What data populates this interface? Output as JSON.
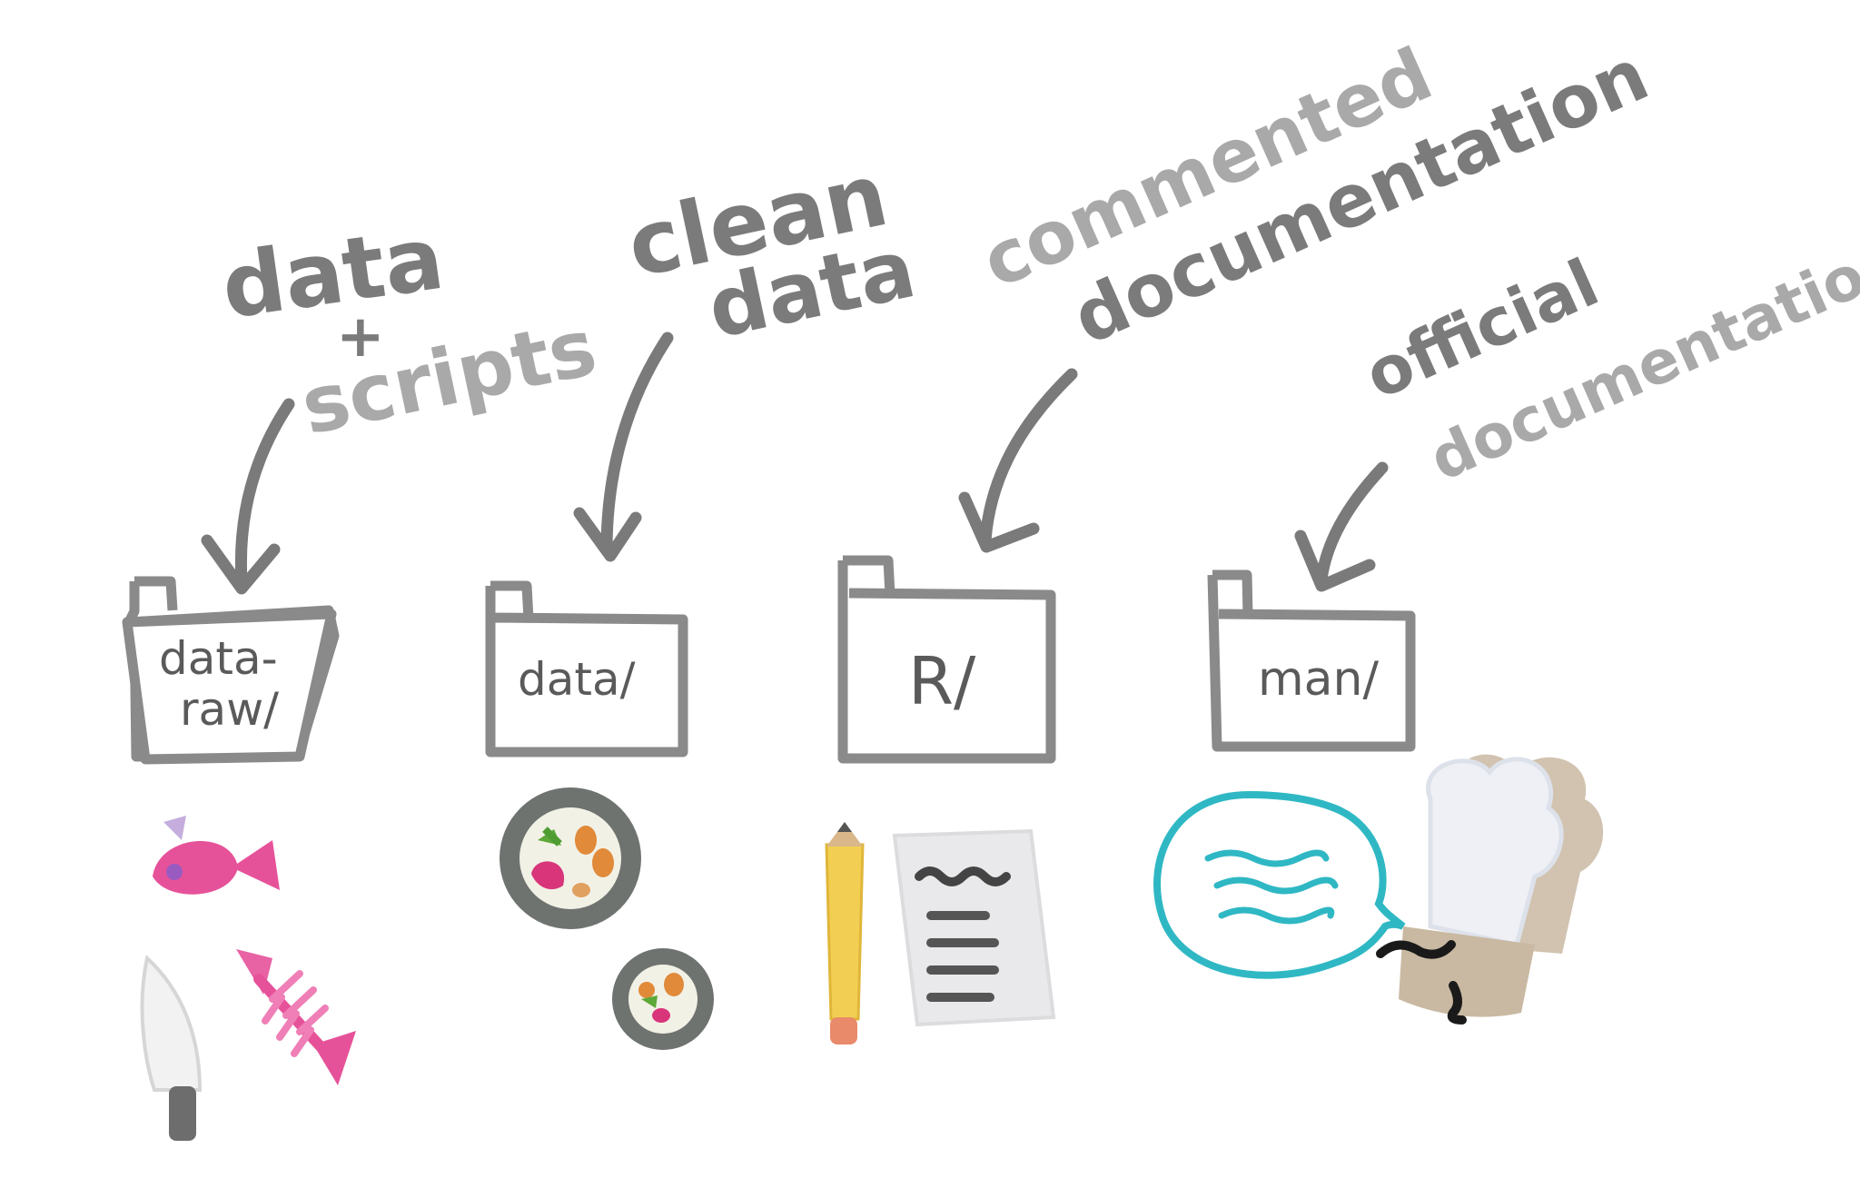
{
  "annotations": {
    "data_raw": {
      "line1": "data",
      "line2": "+",
      "line3": "scripts"
    },
    "data": {
      "line1": "clean",
      "line2": "data"
    },
    "r": {
      "line1": "commented",
      "line2": "documentation"
    },
    "man": {
      "line1": "official",
      "line2": "documentation"
    }
  },
  "folders": {
    "data_raw": {
      "line1": "data-",
      "line2": "raw/"
    },
    "data": {
      "label": "data/"
    },
    "r": {
      "label": "R/"
    },
    "man": {
      "label": "man/"
    }
  },
  "colors": {
    "pencil_gray": "#7a7a7a",
    "fish_pink": "#e6529a",
    "bowl_gray": "#6f7370",
    "pencil_yellow": "#f2cf52",
    "speech_teal": "#2fb8c4",
    "hat_white": "#eef0f5",
    "hat_tan": "#c9b9a2"
  },
  "icons": [
    "fish-icon",
    "knife-icon",
    "fish-bone-icon",
    "salad-bowl-icon",
    "small-salad-bowl-icon",
    "pencil-icon",
    "notes-document-icon",
    "speech-bubble-icon",
    "chef-hat-icon",
    "arrow-icon"
  ]
}
